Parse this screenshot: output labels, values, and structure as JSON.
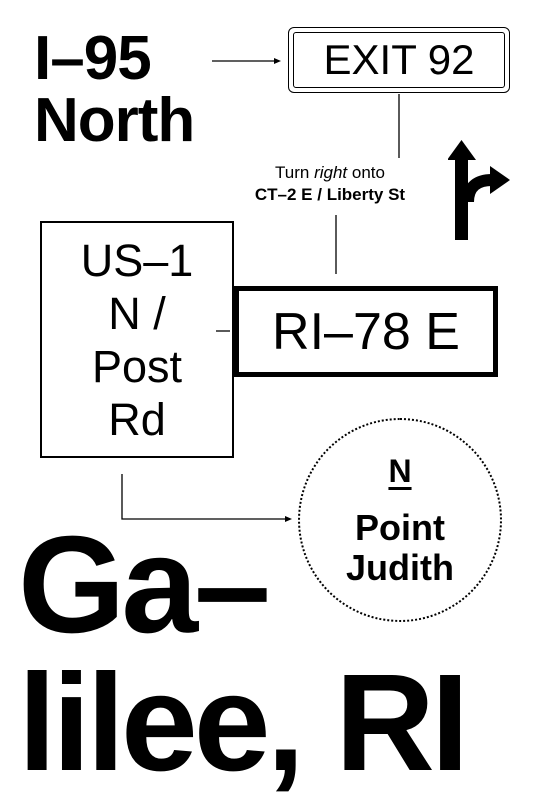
{
  "highway": {
    "route": "I–95",
    "direction": "North"
  },
  "exit_sign": {
    "label": "EXIT 92"
  },
  "turn_instruction": {
    "prefix": "Turn ",
    "emphasis": "right",
    "suffix": " onto",
    "road": "CT–2 E / Liberty St"
  },
  "route_box": {
    "label": "US–1\nN /\nPost\nRd"
  },
  "ri78_sign": {
    "label": "RI–78 E"
  },
  "destination": {
    "direction": "N",
    "line1": "Point",
    "line2": "Judith"
  },
  "city": {
    "line1": "Ga–",
    "line2": "lilee, RI"
  },
  "icons": {
    "turn_arrow": "right-turn-arrow-icon"
  },
  "colors": {
    "ink": "#000000",
    "background": "#ffffff"
  }
}
